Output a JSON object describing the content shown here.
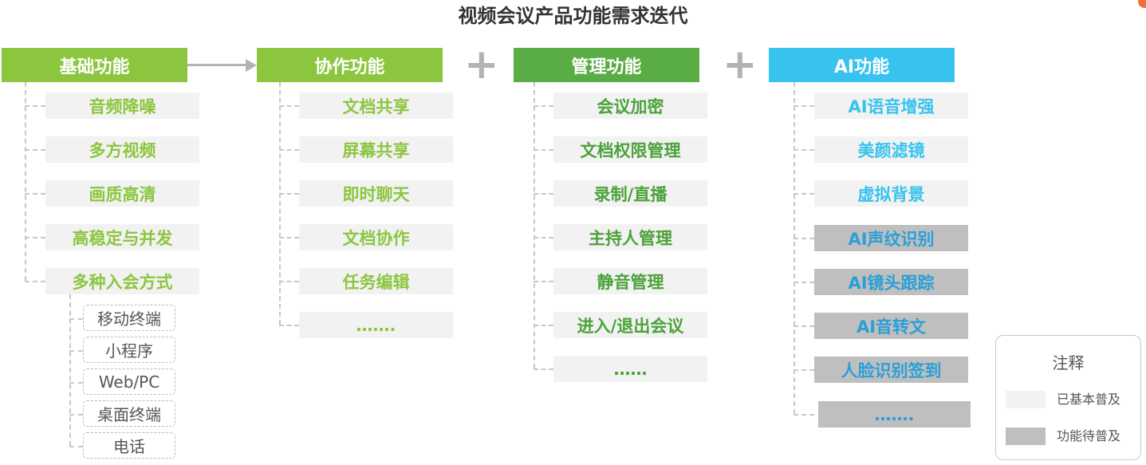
{
  "title": "视频会议产品功能需求迭代",
  "columns": {
    "basic": {
      "header": "基础功能",
      "items": [
        "音频降噪",
        "多方视频",
        "画质高清",
        "高稳定与并发",
        "多种入会方式"
      ],
      "sub_items": [
        "移动终端",
        "小程序",
        "Web/PC",
        "桌面终端",
        "电话"
      ]
    },
    "collab": {
      "header": "协作功能",
      "items": [
        "文档共享",
        "屏幕共享",
        "即时聊天",
        "文档协作",
        "任务编辑",
        "……."
      ]
    },
    "mgmt": {
      "header": "管理功能",
      "items": [
        "会议加密",
        "文档权限管理",
        "录制/直播",
        "主持人管理",
        "静音管理",
        "进入/退出会议",
        "……"
      ]
    },
    "ai": {
      "header": "AI功能",
      "items": [
        "AI语音增强",
        "美颜滤镜",
        "虚拟背景"
      ],
      "pending_items": [
        "AI声纹识别",
        "AI镜头跟踪",
        "AI音转文",
        "人脸识别签到",
        "……."
      ]
    }
  },
  "operators": {
    "plus": "+"
  },
  "legend": {
    "title": "注释",
    "common_label": "已基本普及",
    "pending_label": "功能待普及"
  },
  "colors": {
    "basic": "#8cc63f",
    "collab": "#8cc63f",
    "mgmt": "#5aac44",
    "ai": "#37c3ee",
    "item_common_bg": "#f2f2f2",
    "item_pending_bg": "#bfbfbf"
  }
}
